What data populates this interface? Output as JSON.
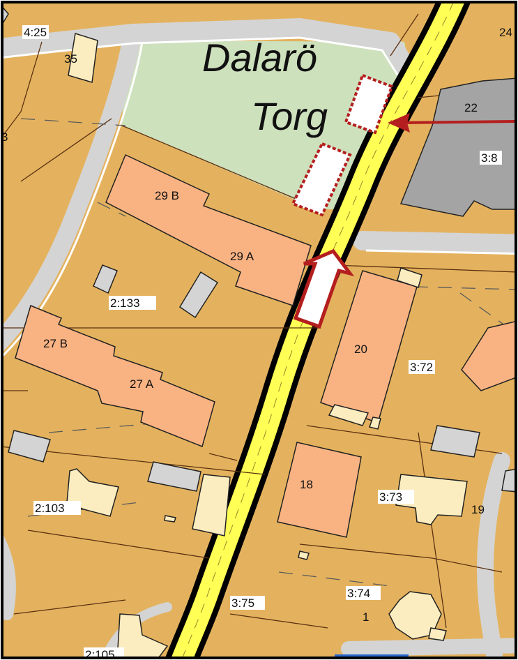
{
  "map": {
    "place_name_line1": "Dalarö",
    "place_name_line2": "Torg",
    "building_labels": [
      "29 B",
      "29 A",
      "27 B",
      "27 A",
      "20",
      "18",
      "22",
      "1",
      "19",
      "24",
      "35"
    ],
    "parcel_labels": [
      "4:25",
      "2:133",
      "2:103",
      "3:8",
      "3:72",
      "3:73",
      "3:74",
      "3:75",
      "2:105"
    ],
    "partial_labels": [
      "3"
    ],
    "colors": {
      "land": "#E4B25E",
      "square": "#CDE1BD",
      "main_road": "#FFFF55",
      "street": "#D4D4D4",
      "building_residential": "#F9B383",
      "building_outbuilding": "#D4D4D4",
      "building_light": "#FCEDC1",
      "building_commercial": "#A4A4A4",
      "boundary_line": "#5B3010",
      "arrow": "#B41E1E",
      "parking_marker_border": "#B41E1E"
    },
    "icons": [
      "arrow-left-icon",
      "arrow-up-icon",
      "parking-marker"
    ]
  }
}
